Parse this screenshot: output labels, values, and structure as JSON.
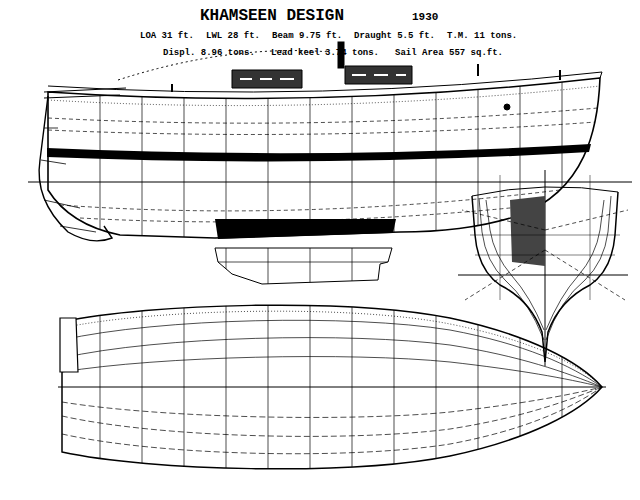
{
  "diagram": {
    "title": "KHAMSEEN DESIGN",
    "labels": [
      "1930",
      "LOA 31 ft.",
      "LWL 28 ft.",
      "Beam 9.75 ft.",
      "Draught 5.5 ft.",
      "T.M. 11 tons.",
      "Displ. 8.96 tons.",
      "Lead keel 3.74 tons.",
      "Sail Area 557 sq.ft."
    ]
  }
}
